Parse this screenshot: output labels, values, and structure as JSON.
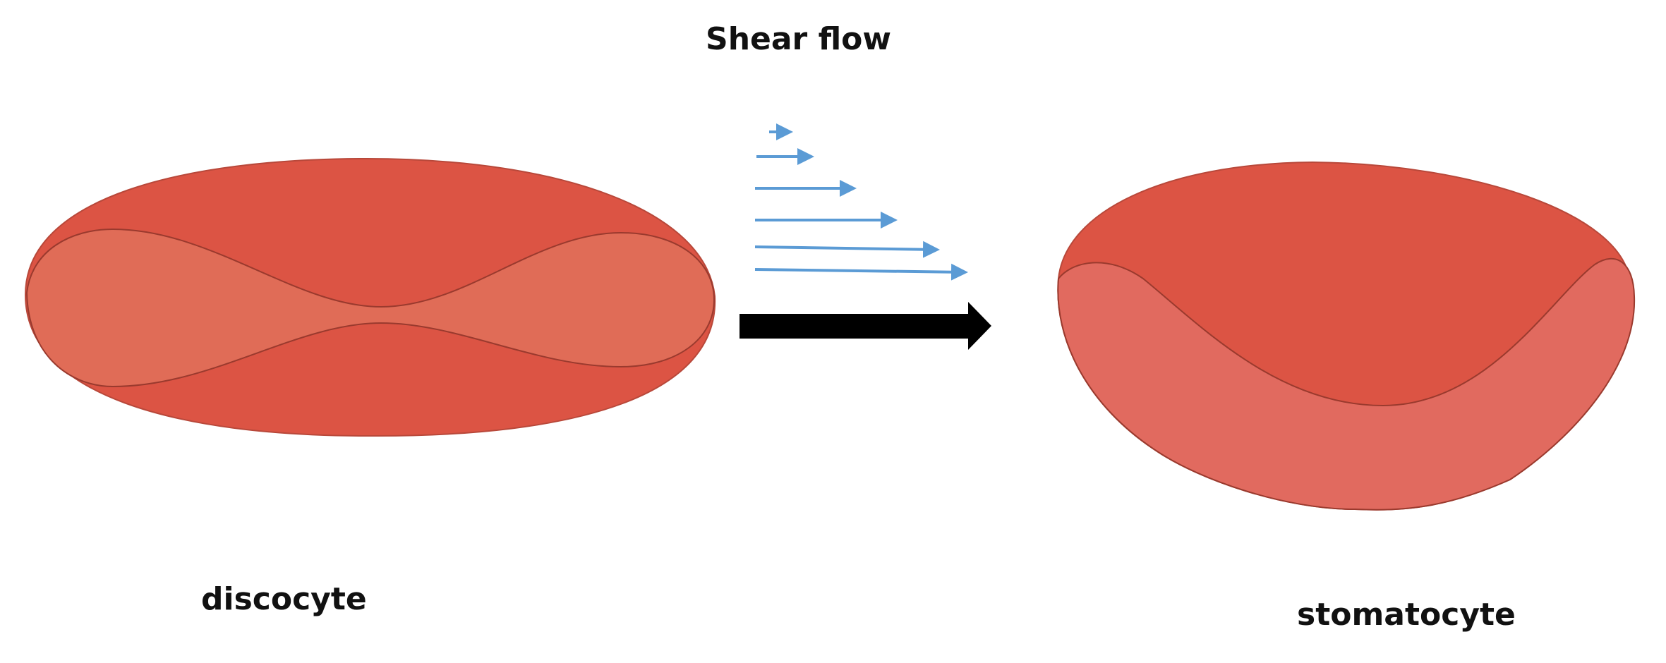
{
  "title": "Shear flow",
  "cells": {
    "left": {
      "label": "discocyte"
    },
    "right": {
      "label": "stomatocyte"
    }
  },
  "colors": {
    "cell_dark": "#dc5444",
    "cell_light_left": "#e06c57",
    "cell_light_right": "#e16a5f",
    "cell_outline": "#9a3a2e",
    "flow_arrow": "#5b9bd5",
    "main_arrow": "#000000"
  },
  "icons": {
    "flow_profile": "shear-flow-arrows",
    "transition": "right-arrow"
  }
}
